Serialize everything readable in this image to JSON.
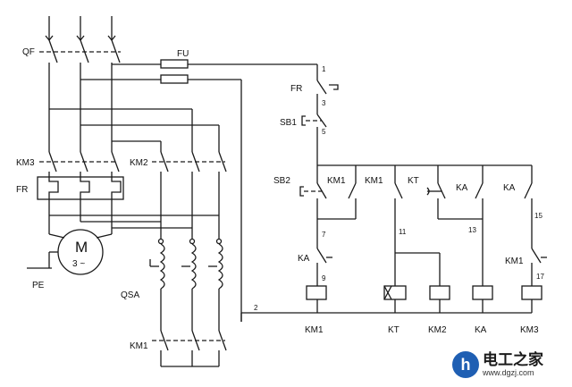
{
  "labels": {
    "qf": "QF",
    "fu": "FU",
    "km3_power": "KM3",
    "fr_power": "FR",
    "km2_power": "KM2",
    "motor_m": "M",
    "motor_phase": "3 ~",
    "pe": "PE",
    "qsa": "QSA",
    "km1_power": "KM1",
    "fr_ctrl": "FR",
    "sb1": "SB1",
    "sb2": "SB2",
    "km1_contact_a": "KM1",
    "km1_contact_b": "KM1",
    "kt_contact": "KT",
    "ka_contact_a": "KA",
    "ka_contact_b": "KA",
    "ka_contact_c": "KA",
    "km1_contact_c": "KM1",
    "line_2": "2"
  },
  "nodes": {
    "n1": "1",
    "n3": "3",
    "n5": "5",
    "n7": "7",
    "n9": "9",
    "n11": "11",
    "n13": "13",
    "n15": "15",
    "n17": "17"
  },
  "coils": {
    "km1": "KM1",
    "kt": "KT",
    "km2": "KM2",
    "ka": "KA",
    "km3": "KM3"
  },
  "watermark": {
    "title": "电工之家",
    "url": "www.dgzj.com"
  }
}
